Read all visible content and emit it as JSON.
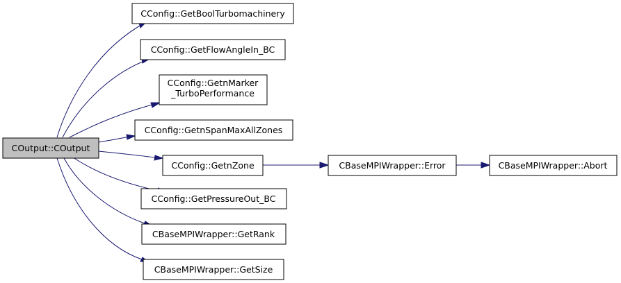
{
  "colors": {
    "root_fill": "#bfbfbf",
    "node_fill": "#ffffff",
    "node_border": "#000000",
    "edge": "#191970"
  },
  "nodes": {
    "root": {
      "lines": [
        "COutput::COutput"
      ]
    },
    "get_bool_turbomachinery": {
      "lines": [
        "CConfig::GetBoolTurbomachinery"
      ]
    },
    "get_flow_angle_in_bc": {
      "lines": [
        "CConfig::GetFlowAngleIn_BC"
      ]
    },
    "get_n_marker_turbo_performance": {
      "lines": [
        "CConfig::GetnMarker",
        "_TurboPerformance"
      ]
    },
    "get_n_span_max_all_zones": {
      "lines": [
        "CConfig::GetnSpanMaxAllZones"
      ]
    },
    "get_n_zone": {
      "lines": [
        "CConfig::GetnZone"
      ]
    },
    "get_pressure_out_bc": {
      "lines": [
        "CConfig::GetPressureOut_BC"
      ]
    },
    "get_rank": {
      "lines": [
        "CBaseMPIWrapper::GetRank"
      ]
    },
    "get_size": {
      "lines": [
        "CBaseMPIWrapper::GetSize"
      ]
    },
    "mpi_error": {
      "lines": [
        "CBaseMPIWrapper::Error"
      ]
    },
    "mpi_abort": {
      "lines": [
        "CBaseMPIWrapper::Abort"
      ]
    }
  },
  "edges": [
    {
      "from": "root",
      "to": "get_bool_turbomachinery"
    },
    {
      "from": "root",
      "to": "get_flow_angle_in_bc"
    },
    {
      "from": "root",
      "to": "get_n_marker_turbo_performance"
    },
    {
      "from": "root",
      "to": "get_n_span_max_all_zones"
    },
    {
      "from": "root",
      "to": "get_n_zone"
    },
    {
      "from": "root",
      "to": "get_pressure_out_bc"
    },
    {
      "from": "root",
      "to": "get_rank"
    },
    {
      "from": "root",
      "to": "get_size"
    },
    {
      "from": "get_n_zone",
      "to": "mpi_error"
    },
    {
      "from": "mpi_error",
      "to": "mpi_abort"
    }
  ]
}
